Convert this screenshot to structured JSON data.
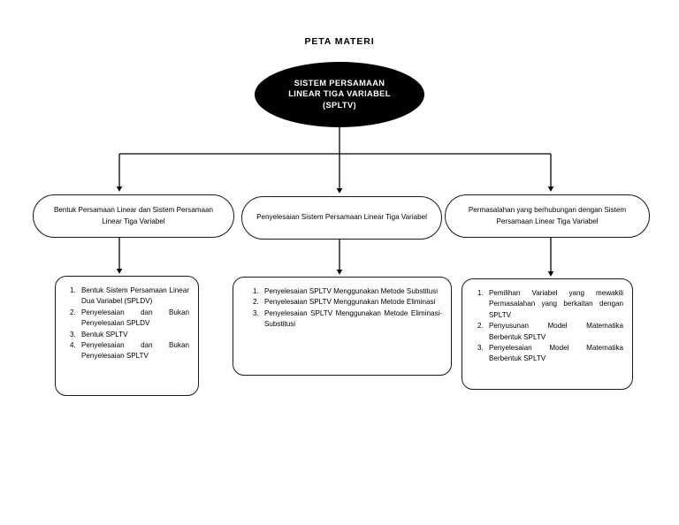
{
  "page": {
    "title": "PETA MATERI",
    "background_color": "#ffffff",
    "ink_color": "#000000"
  },
  "root": {
    "label": "SISTEM PERSAMAAN LINEAR TIGA VARIABEL (SPLTV)",
    "line1": "SISTEM PERSAMAAN",
    "line2": "LINEAR TIGA VARIABEL",
    "line3": "(SPLTV)",
    "fill_color": "#000000",
    "text_color": "#ffffff",
    "shape": "ellipse"
  },
  "categories": [
    {
      "id": "cat-0",
      "label": "Bentuk Persamaan Linear dan Sistem Persamaan Linear Tiga Variabel",
      "shape": "stadium"
    },
    {
      "id": "cat-1",
      "label": "Penyelesaian Sistem Persamaan Linear Tiga Variabel",
      "shape": "stadium"
    },
    {
      "id": "cat-2",
      "label": "Permasalahan yang berhubungan dengan Sistem Persamaan Linear Tiga Variabel",
      "shape": "stadium"
    }
  ],
  "details": [
    {
      "id": "detail-0",
      "shape": "rounded-rect",
      "items": [
        "Bentuk Sistem Persamaan Linear Dua Variabel (SPLDV)",
        "Penyelesaian dan Bukan Penyelesaian SPLDV",
        "Bentuk SPLTV",
        "Penyelesaian dan Bukan Penyelesaian SPLTV"
      ]
    },
    {
      "id": "detail-1",
      "shape": "rounded-rect",
      "items": [
        "Penyelesaian SPLTV Menggunakan Metode Substitusi",
        "Penyelesaian SPLTV Menggunakan Metode Eliminasi",
        "Penyelesaian SPLTV Menggunakan Metode Eliminasi-Substitusi"
      ]
    },
    {
      "id": "detail-2",
      "shape": "rounded-rect",
      "items": [
        "Pemilihan Variabel yang mewakili Permasalahan yang berkaitan dengan SPLTV",
        "Penyusunan Model Matematika Berbentuk SPLTV",
        "Penyelesaian Model Matematika Berbentuk SPLTV"
      ]
    }
  ],
  "connectors": {
    "line_color": "#000000",
    "style": "orthogonal-with-arrowheads",
    "count": 7
  }
}
